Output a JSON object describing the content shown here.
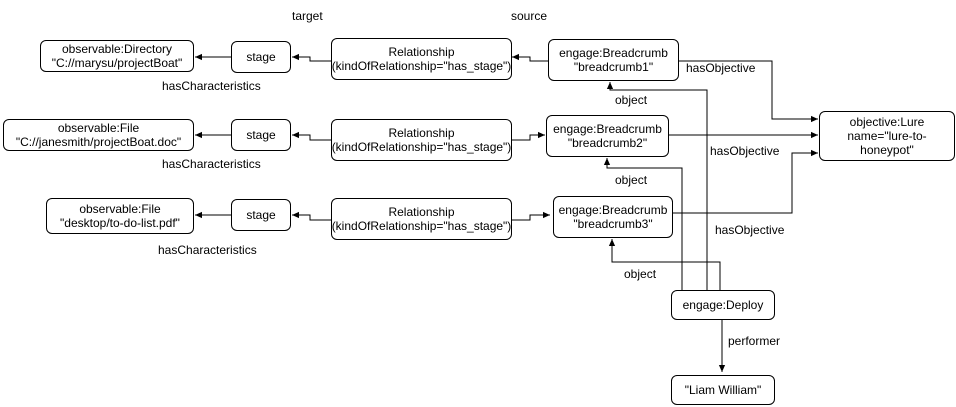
{
  "header": {
    "target": "target",
    "source": "source"
  },
  "nodes": {
    "dir1": {
      "line1": "observable:Directory",
      "line2": "\"C://marysu/projectBoat\""
    },
    "stage1": {
      "text": "stage"
    },
    "rel1": {
      "line1": "Relationship",
      "line2": "(kindOfRelationship=\"has_stage\")"
    },
    "bc1": {
      "line1": "engage:Breadcrumb",
      "line2": "\"breadcrumb1\""
    },
    "file2": {
      "line1": "observable:File",
      "line2": "\"C://janesmith/projectBoat.doc\""
    },
    "stage2": {
      "text": "stage"
    },
    "rel2": {
      "line1": "Relationship",
      "line2": "(kindOfRelationship=\"has_stage\")"
    },
    "bc2": {
      "line1": "engage:Breadcrumb",
      "line2": "\"breadcrumb2\""
    },
    "file3": {
      "line1": "observable:File",
      "line2": "\"desktop/to-do-list.pdf\""
    },
    "stage3": {
      "text": "stage"
    },
    "rel3": {
      "line1": "Relationship",
      "line2": "(kindOfRelationship=\"has_stage\")"
    },
    "bc3": {
      "line1": "engage:Breadcrumb",
      "line2": "\"breadcrumb3\""
    },
    "lure": {
      "line1": "objective:Lure",
      "line2": "name=\"lure-to-",
      "line3": "honeypot\""
    },
    "deploy": {
      "text": "engage:Deploy"
    },
    "person": {
      "text": "\"Liam William\""
    }
  },
  "edge_labels": {
    "hasCharacteristics1": "hasCharacteristics",
    "hasCharacteristics2": "hasCharacteristics",
    "hasCharacteristics3": "hasCharacteristics",
    "hasObjective1": "hasObjective",
    "hasObjective2": "hasObjective",
    "hasObjective3": "hasObjective",
    "object1": "object",
    "object2": "object",
    "object3": "object",
    "performer": "performer"
  },
  "colors": {
    "stroke": "#000000",
    "background": "#ffffff"
  }
}
